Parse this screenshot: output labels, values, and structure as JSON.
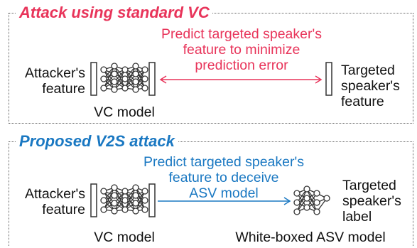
{
  "top": {
    "title": "Attack using standard VC",
    "input_label": [
      "Attacker's",
      "feature"
    ],
    "model_label": "VC model",
    "note": [
      "Predict targeted speaker's",
      "feature to minimize",
      "prediction error"
    ],
    "output_label": [
      "Targeted",
      "speaker's",
      "feature"
    ]
  },
  "bottom": {
    "title": "Proposed V2S attack",
    "input_label": [
      "Attacker's",
      "feature"
    ],
    "model_label": "VC model",
    "note": [
      "Predict targeted speaker's",
      "feature to deceive",
      "ASV model"
    ],
    "output_label": [
      "Targeted",
      "speaker's",
      "label"
    ],
    "asv_label": "White-boxed ASV model"
  },
  "colors": {
    "red": "#e8345a",
    "blue": "#1a78c2",
    "border": "#666666"
  }
}
